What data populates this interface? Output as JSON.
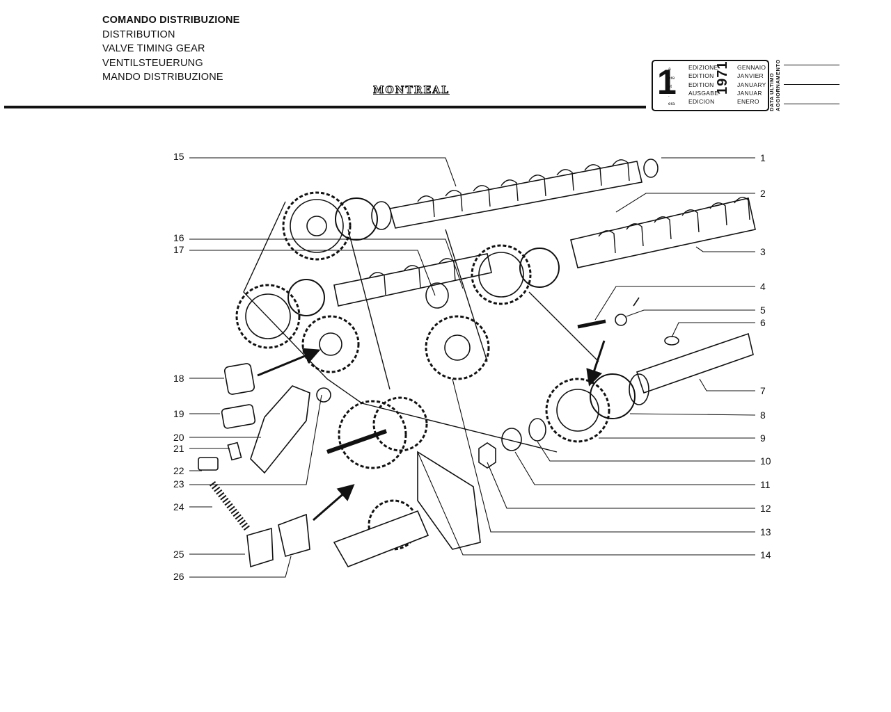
{
  "header": {
    "titles": [
      "COMANDO DISTRIBUZIONE",
      "DISTRIBUTION",
      "VALVE TIMING GEAR",
      "VENTILSTEUERUNG",
      "MANDO DISTRIBUZIONE"
    ],
    "brand": "MONTREAL"
  },
  "edition_box": {
    "number": "1",
    "superscripts": [
      "a",
      "ere",
      "st",
      ".",
      "era"
    ],
    "labels": [
      "EDIZIONE",
      "EDITION",
      "EDITION",
      "AUSGABE",
      "EDICION"
    ],
    "year": "1971",
    "months": [
      "GENNAIO",
      "JANVIER",
      "JANUARY",
      "JANUAR",
      "ENERO"
    ],
    "update_label": [
      "DATA ULTIMO",
      "AGGIORNAMENTO"
    ]
  },
  "callouts_left": [
    "15",
    "16",
    "17",
    "18",
    "19",
    "20",
    "21",
    "22",
    "23",
    "24",
    "25",
    "26"
  ],
  "callouts_right": [
    "1",
    "2",
    "3",
    "4",
    "5",
    "6",
    "7",
    "8",
    "9",
    "10",
    "11",
    "12",
    "13",
    "14"
  ],
  "colors": {
    "ink": "#111111",
    "paper": "#ffffff"
  }
}
